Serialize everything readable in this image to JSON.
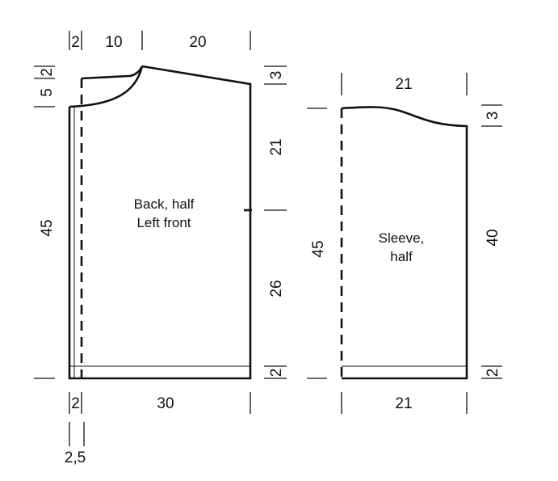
{
  "diagram": {
    "colors": {
      "line": "#111111",
      "background": "#ffffff"
    },
    "body_piece": {
      "title_line1": "Back, half",
      "title_line2": "Left front",
      "dims": {
        "top_band": "2",
        "top_neck": "10",
        "top_shoulder": "20",
        "left_small_top": "2",
        "left_neck_depth": "5",
        "left_height": "45",
        "right_shoulder_slope": "3",
        "right_upper": "21",
        "right_lower": "26",
        "right_rib": "2",
        "bottom_band": "2",
        "bottom_width": "30",
        "bottom_extra": "2,5"
      }
    },
    "sleeve_piece": {
      "title_line1": "Sleeve,",
      "title_line2": "half",
      "dims": {
        "top_width": "21",
        "bottom_width": "21",
        "left_height": "45",
        "right_cap": "3",
        "right_height": "40",
        "right_rib": "2"
      }
    }
  }
}
